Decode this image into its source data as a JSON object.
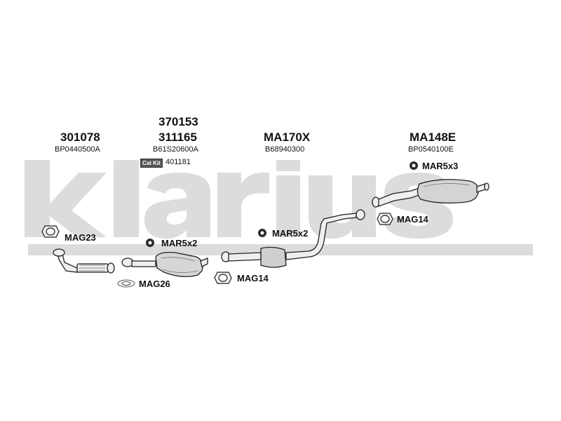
{
  "watermark": {
    "text": "klarius",
    "color": "#d9d9d9"
  },
  "groups": [
    {
      "id": "g1",
      "part_numbers": [
        "301078"
      ],
      "oem": "BP0440500A"
    },
    {
      "id": "g2",
      "part_numbers": [
        "370153",
        "311165"
      ],
      "oem": "B61S20600A",
      "cat_kit_label": "Cat Kit",
      "cat_kit_number": "401181"
    },
    {
      "id": "g3",
      "part_numbers": [
        "MA170X"
      ],
      "oem": "B68940300"
    },
    {
      "id": "g4",
      "part_numbers": [
        "MA148E"
      ],
      "oem": "BP0540100E"
    }
  ],
  "accessories": [
    {
      "id": "a1",
      "label": "MAG23",
      "icon": "flange-gasket-icon"
    },
    {
      "id": "a2",
      "label": "MAR5x2",
      "icon": "rubber-mount-icon"
    },
    {
      "id": "a3",
      "label": "MAG26",
      "icon": "ring-gasket-icon"
    },
    {
      "id": "a4",
      "label": "MAR5x2",
      "icon": "rubber-mount-icon"
    },
    {
      "id": "a5",
      "label": "MAG14",
      "icon": "flange-gasket-icon"
    },
    {
      "id": "a6",
      "label": "MAR5x3",
      "icon": "rubber-mount-icon"
    },
    {
      "id": "a7",
      "label": "MAG14",
      "icon": "flange-gasket-icon"
    }
  ],
  "colors": {
    "line": "#222222",
    "part_fill": "#e6e6e6",
    "part_shade": "#9a9a9a"
  }
}
